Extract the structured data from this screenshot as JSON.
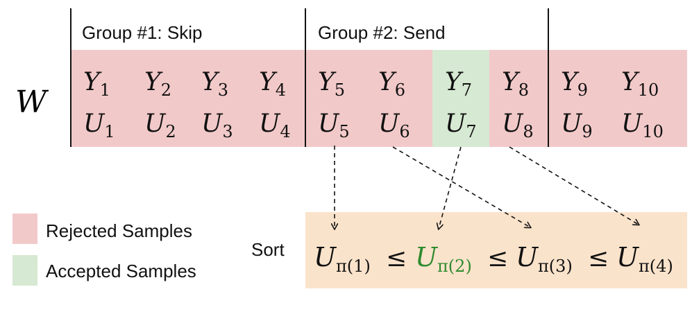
{
  "matrix_label": "W",
  "groups": [
    {
      "label": "Group #1: Skip"
    },
    {
      "label": "Group #2: Send"
    }
  ],
  "samples": [
    {
      "y": "Y",
      "u": "U",
      "index": "1",
      "status": "rejected"
    },
    {
      "y": "Y",
      "u": "U",
      "index": "2",
      "status": "rejected"
    },
    {
      "y": "Y",
      "u": "U",
      "index": "3",
      "status": "rejected"
    },
    {
      "y": "Y",
      "u": "U",
      "index": "4",
      "status": "rejected"
    },
    {
      "y": "Y",
      "u": "U",
      "index": "5",
      "status": "rejected"
    },
    {
      "y": "Y",
      "u": "U",
      "index": "6",
      "status": "rejected"
    },
    {
      "y": "Y",
      "u": "U",
      "index": "7",
      "status": "accepted"
    },
    {
      "y": "Y",
      "u": "U",
      "index": "8",
      "status": "rejected"
    },
    {
      "y": "Y",
      "u": "U",
      "index": "9",
      "status": "rejected"
    },
    {
      "y": "Y",
      "u": "U",
      "index": "10",
      "status": "rejected"
    }
  ],
  "legend": [
    {
      "label": "Rejected Samples",
      "color": "#f2c9c9"
    },
    {
      "label": "Accepted Samples",
      "color": "#d6e9d2"
    }
  ],
  "sort": {
    "label": "Sort",
    "terms": [
      {
        "base": "U",
        "sub": "π(1)",
        "highlight": false
      },
      {
        "base": "U",
        "sub": "π(2)",
        "highlight": true
      },
      {
        "base": "U",
        "sub": "π(3)",
        "highlight": false
      },
      {
        "base": "U",
        "sub": "π(4)",
        "highlight": false
      }
    ],
    "operator": "≤"
  },
  "colors": {
    "rejected": "#f2c9c9",
    "accepted": "#d6e9d2",
    "sort_box": "#fae3cb",
    "highlight_text": "#2e8b2e",
    "ink": "#111111"
  }
}
